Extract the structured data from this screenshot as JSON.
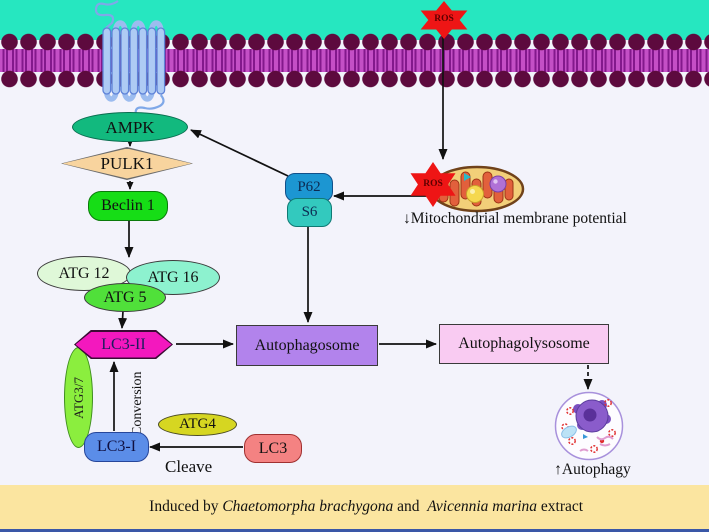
{
  "nodes": {
    "ampk": "AMPK",
    "pulk1": "PULK1",
    "beclin1": "Beclin 1",
    "atg12": "ATG 12",
    "atg16": "ATG 16",
    "atg5": "ATG 5",
    "lc3ii": "LC3-II",
    "atg37": "ATG3/7",
    "atg4": "ATG4",
    "lc3i": "LC3-I",
    "lc3": "LC3",
    "p62": "P62",
    "s6": "S6",
    "autophagosome": "Autophagosome",
    "autophagolysosome": "Autophagolysosome"
  },
  "labels": {
    "conversion": "Conversion",
    "cleave": "Cleave",
    "ros_top": "ROS",
    "ros_mito": "ROS",
    "mito_potential": "↓Mitochondrial membrane potential",
    "autophagy": "↑Autophagy"
  },
  "caption": {
    "prefix": "Induced by ",
    "species1": "Chaetomorpha brachygona",
    "conjunction": " and  ",
    "species2": "Avicennia marina",
    "suffix": " extract"
  },
  "colors": {
    "extracellular": "#26E7C0",
    "membrane_head": "#5D0A3E",
    "membrane_mid": "#C44FC6",
    "ampk_fill": "#12B97E",
    "pulk1_fill": "#F8D49E",
    "beclin_fill": "#16DD16",
    "atg12_fill": "#DFF8D8",
    "atg16_fill": "#8DF2CF",
    "atg5_fill": "#50E03A",
    "lc3ii_fill": "#F318BE",
    "atg37_fill": "#8BEE3E",
    "atg4_fill": "#D6D621",
    "lc3i_fill": "#5B8DE8",
    "lc3_fill": "#F48282",
    "p62_fill": "#1C96D2",
    "s6_fill": "#33C9BE",
    "autophagosome_fill": "#B283EC",
    "autophagolysosome_fill": "#F9CBF2",
    "ros_fill": "#EE1515",
    "caption_band": "#FBE5A0"
  }
}
